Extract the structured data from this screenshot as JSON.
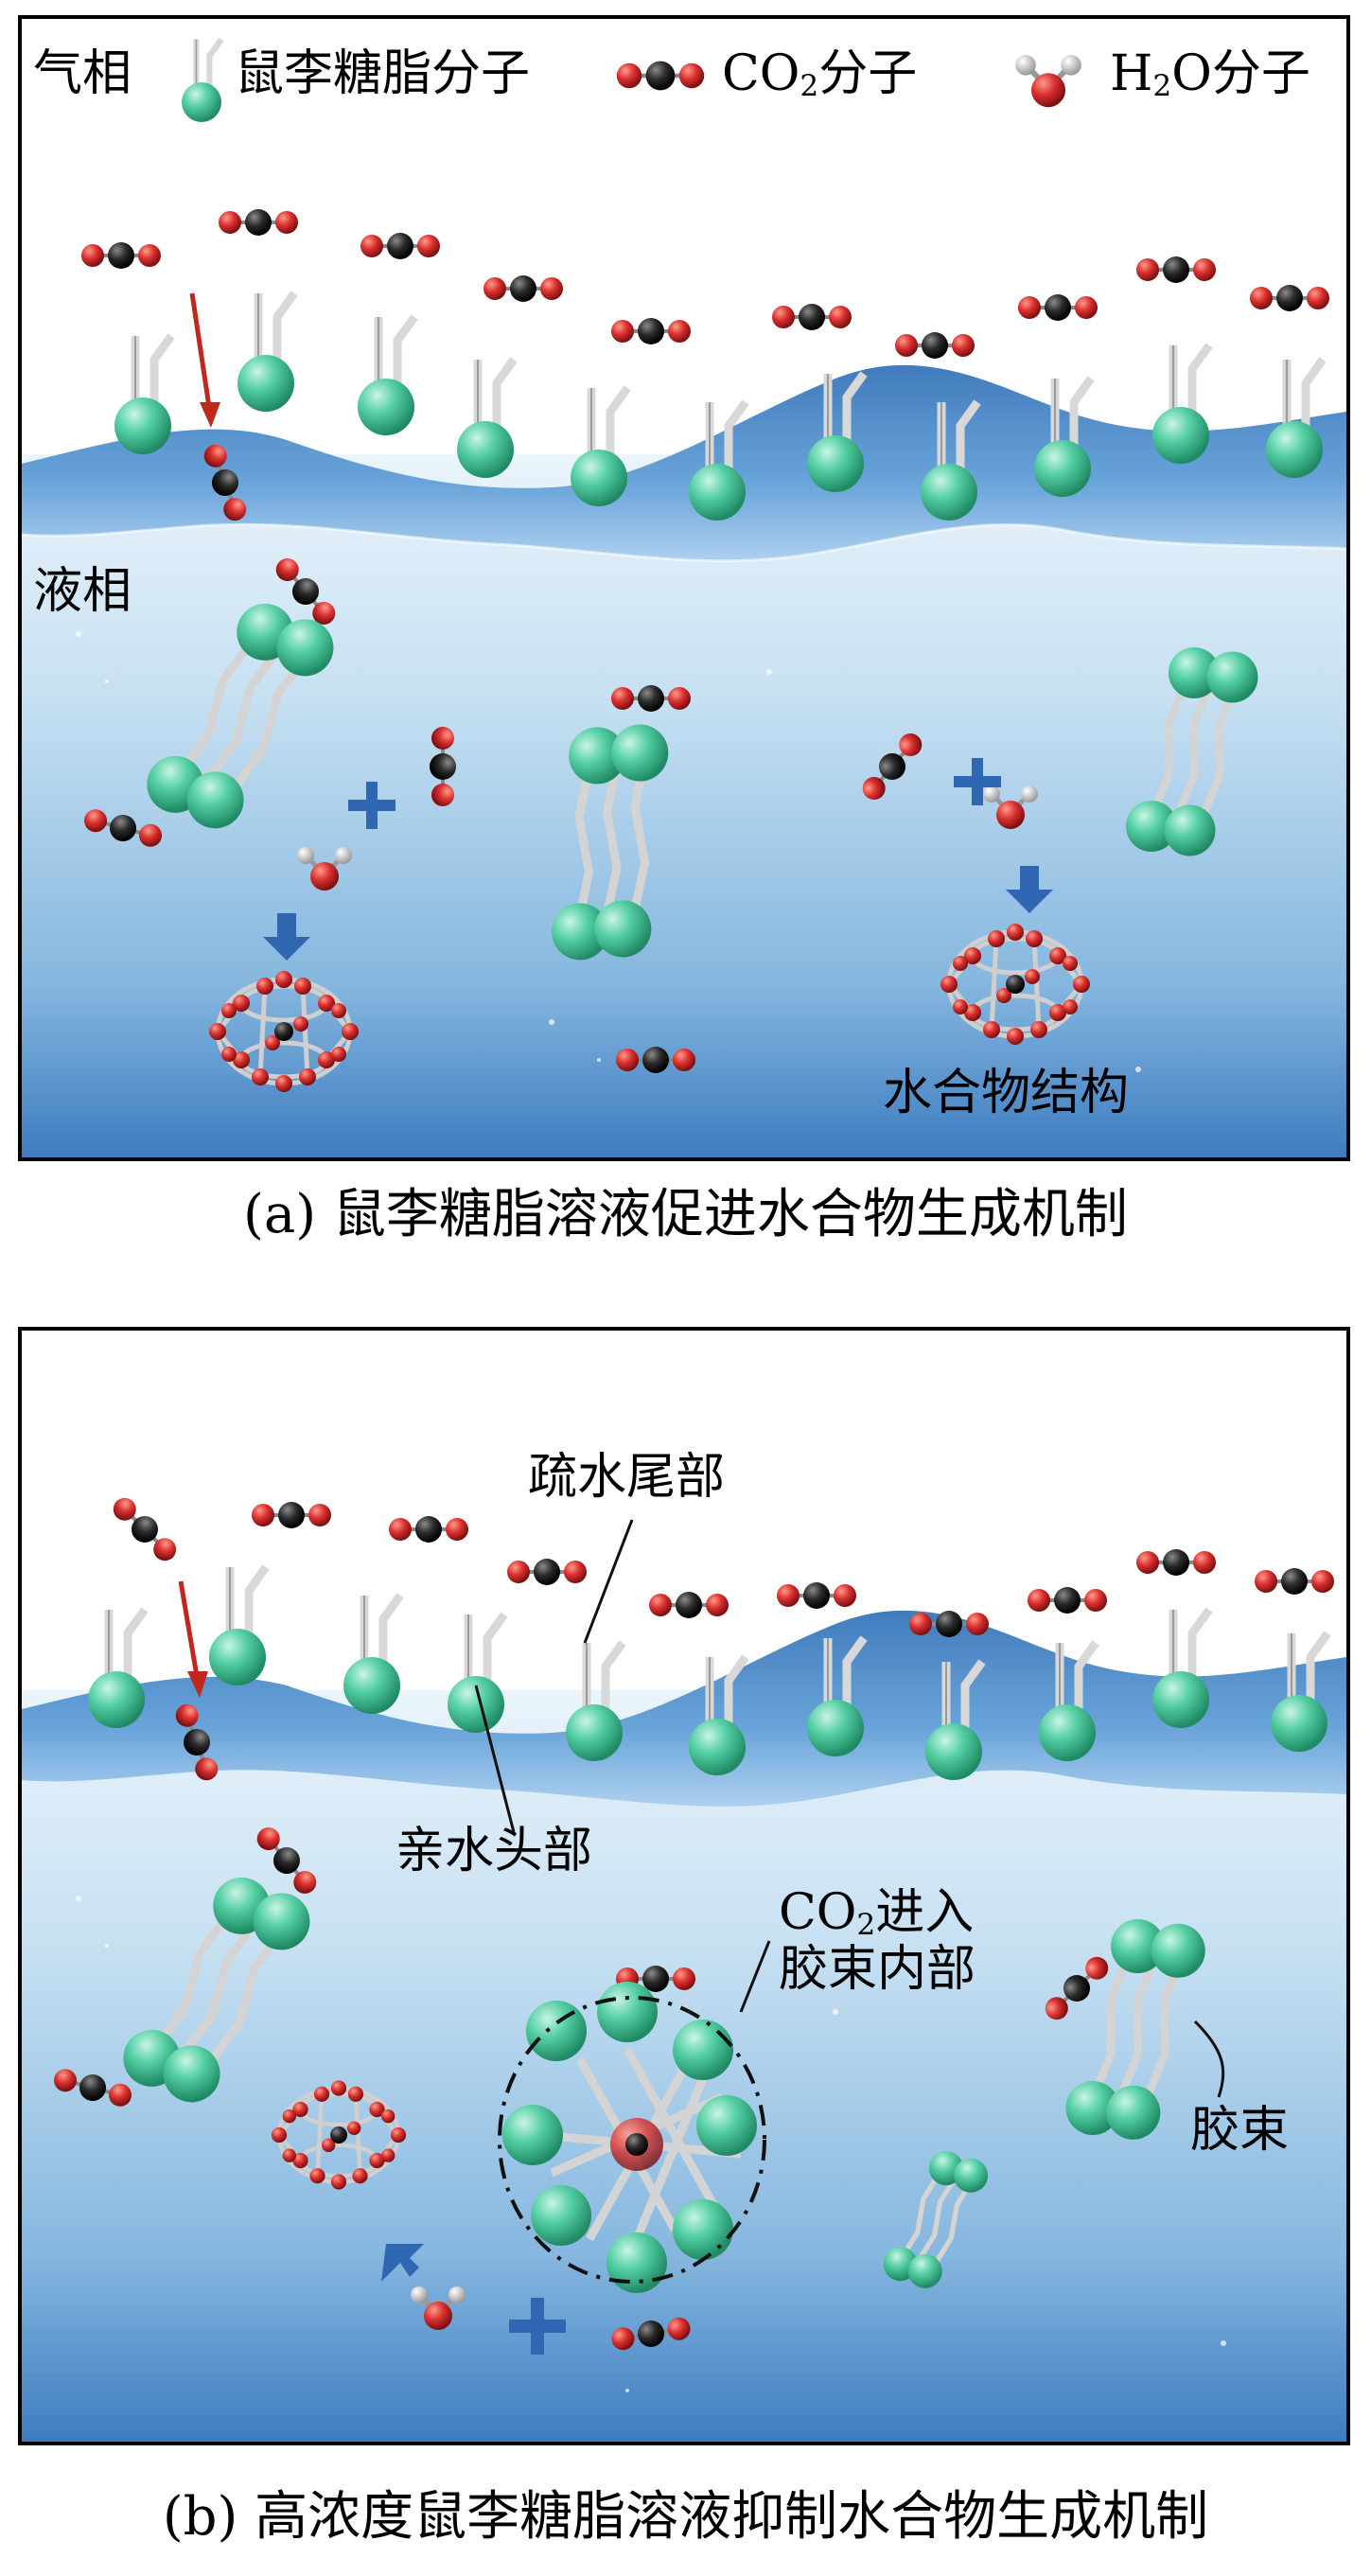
{
  "legend": {
    "gas_phase": "气相",
    "rhamnolipid": "鼠李糖脂分子",
    "co2_prefix": "CO",
    "co2_sub": "2",
    "co2_suffix": "分子",
    "h2o_prefix": "H",
    "h2o_sub": "2",
    "h2o_suffix": "O分子"
  },
  "panel_a": {
    "liquid_phase": "液相",
    "hydrate_structure": "水合物结构",
    "caption": "(a) 鼠李糖脂溶液促进水合物生成机制"
  },
  "panel_b": {
    "hydrophobic_tail": "疏水尾部",
    "hydrophilic_head": "亲水头部",
    "co2_enter_prefix": "CO",
    "co2_enter_sub": "2",
    "co2_enter_suffix": "进入",
    "micelle_interior": "胶束内部",
    "micelle": "胶束",
    "caption": "(b) 高浓度鼠李糖脂溶液抑制水合物生成机制"
  },
  "colors": {
    "water_top": "#3a7fc4",
    "water_light": "#cfe6f5",
    "water_deep": "#3f7fbf",
    "sphere": "#46c59a",
    "oxygen": "#d9302f",
    "carbon": "#222222",
    "arrow_red": "#c0281e",
    "arrow_blue": "#2f67b3"
  },
  "icons": [
    "rhamnolipid-molecule-icon",
    "co2-molecule-icon",
    "h2o-molecule-icon",
    "hydrate-cage-icon",
    "micelle-icon"
  ]
}
